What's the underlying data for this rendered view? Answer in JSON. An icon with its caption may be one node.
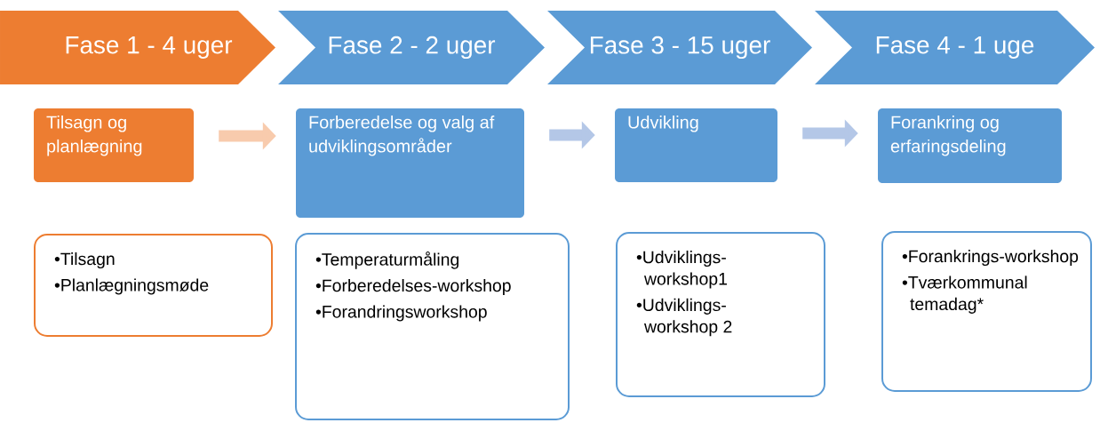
{
  "diagram": {
    "nodes": [
      {
        "text": [
          "Fase 1 - 4 uger"
        ]
      },
      {
        "text": [
          "Fase 2 - 2 uger"
        ]
      },
      {
        "text": [
          "Fase 3 - 15 uger"
        ]
      },
      {
        "text": [
          "Fase 4 - 1 uge"
        ]
      },
      {
        "text": [
          "Tilsagn og planlægning"
        ]
      },
      {
        "text": [
          "Forberedelse og valg af udviklingsområder"
        ]
      },
      {
        "text": [
          "Udvikling"
        ]
      },
      {
        "text": [
          "Forankring og erfaringsdeling"
        ]
      },
      {
        "text": [
          "•Tilsagn",
          "•Planlægningsmøde"
        ]
      },
      {
        "text": [
          "•Temperaturmåling",
          "•Forberedelses-workshop",
          "•Forandringsworkshop"
        ]
      },
      {
        "text": [
          "•Udviklings-workshop1",
          "•Udviklings-workshop 2"
        ]
      },
      {
        "text": [
          "•Forankrings-workshop",
          "•Tværkommunal temadag*"
        ]
      }
    ],
    "edges": [
      {
        "from": 4,
        "to": 5,
        "arrow": "to",
        "color": "#f8cbad"
      },
      {
        "from": 5,
        "to": 6,
        "arrow": "to"
      },
      {
        "from": 6,
        "to": 7,
        "arrow": "to"
      }
    ]
  }
}
